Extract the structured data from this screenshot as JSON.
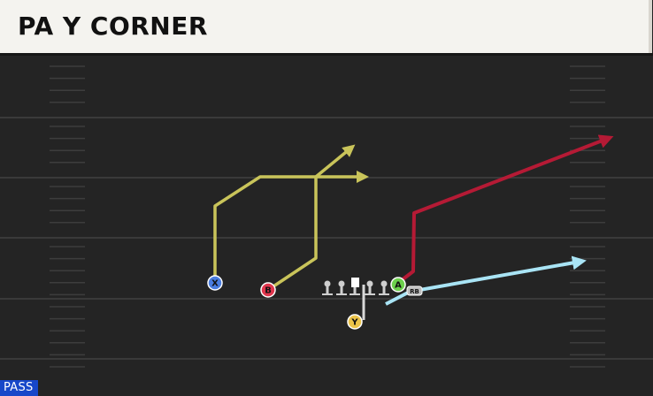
{
  "play": {
    "title": "PA Y CORNER",
    "play_type": "PASS"
  },
  "players": {
    "x": {
      "label": "X",
      "color": "#4a7de0",
      "route_color": "#c9c45a"
    },
    "b": {
      "label": "B",
      "color": "#e0364d",
      "route_color": "#c9c45a"
    },
    "a": {
      "label": "A",
      "color": "#6cd04c",
      "route_color": "#b51a35"
    },
    "y": {
      "label": "Y",
      "color": "#ecc44a",
      "route_color": "#d8d8d8"
    },
    "rb": {
      "label": "RB",
      "color": "#bdbdbd",
      "route_color": "#a9e4f5"
    }
  },
  "colors": {
    "field": "#242424",
    "yard_line": "#3a3a3a",
    "hash": "#3d3d3d",
    "lineman": "#cfcfcf",
    "tag_background": "#1747c9"
  }
}
